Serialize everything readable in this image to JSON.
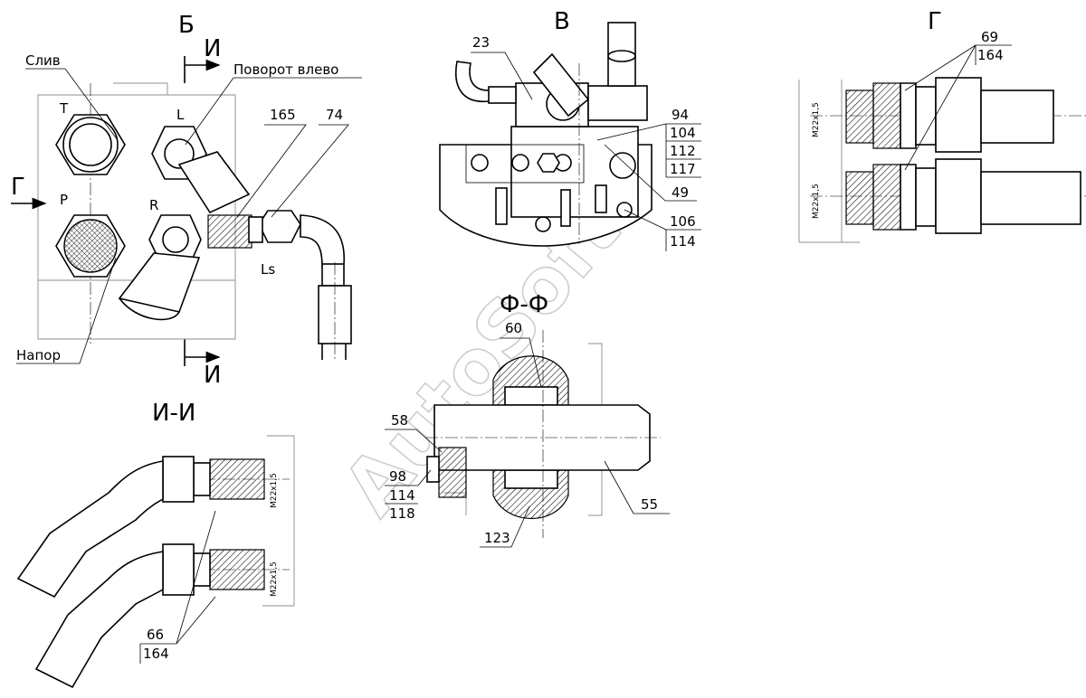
{
  "watermark": "AutoSoft",
  "views": {
    "b": {
      "title": "Б",
      "section_mark_left": "И",
      "section_mark_right": "И",
      "label_drain": "Слив",
      "label_left_turn": "Поворот влево",
      "label_pressure": "Напор",
      "port_t": "T",
      "port_p": "P",
      "port_l": "L",
      "port_r": "R",
      "port_ls": "Ls",
      "arrow_g": "Г",
      "ref_165": "165",
      "ref_74": "74"
    },
    "v": {
      "title": "В",
      "ref_23": "23",
      "ref_94": "94",
      "ref_104": "104",
      "ref_112": "112",
      "ref_117": "117",
      "ref_49": "49",
      "ref_106": "106",
      "ref_114": "114"
    },
    "g": {
      "title": "Г",
      "ref_69": "69",
      "ref_164": "164",
      "thread_top": "M22x1,5",
      "thread_bottom": "M22x1,5"
    },
    "ii": {
      "title": "И-И",
      "ref_66": "66",
      "ref_164": "164",
      "thread_top": "M22x1,5",
      "thread_bottom": "M22x1,5"
    },
    "ff": {
      "title": "Ф-Ф",
      "ref_60": "60",
      "ref_58": "58",
      "ref_98": "98",
      "ref_114": "114",
      "ref_118": "118",
      "ref_55": "55",
      "ref_123": "123"
    }
  }
}
